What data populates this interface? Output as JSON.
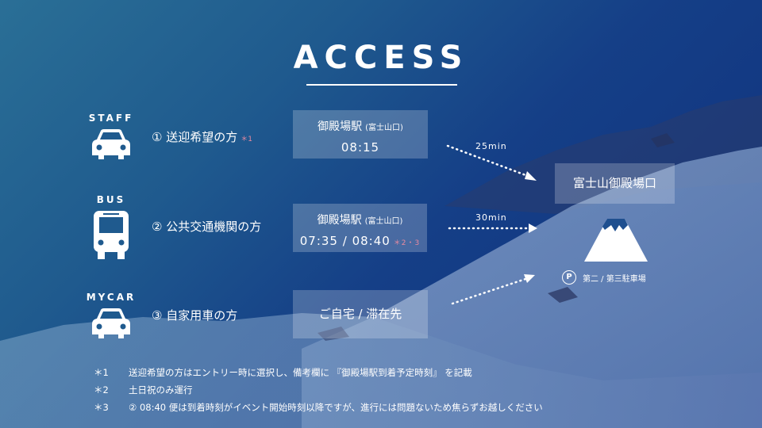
{
  "title": "ACCESS",
  "modes": [
    {
      "label": "STAFF",
      "icon": "car-icon",
      "route": "① 送迎希望の方",
      "note": "＊1"
    },
    {
      "label": "BUS",
      "icon": "bus-icon",
      "route": "② 公共交通機関の方",
      "note": ""
    },
    {
      "label": "MYCAR",
      "icon": "car-icon",
      "route": "③ 自家用車の方",
      "note": ""
    }
  ],
  "origins": [
    {
      "station": "御殿場駅",
      "sub": "(富士山口)",
      "time": "08:15",
      "time_note": ""
    },
    {
      "station": "御殿場駅",
      "sub": "(富士山口)",
      "time": "07:35 / 08:40",
      "time_note": "＊2・3"
    },
    {
      "place": "ご自宅 / 滞在先"
    }
  ],
  "travel_times": [
    "25min",
    "30min"
  ],
  "destination": "富士山御殿場口",
  "destination_icon": "mountain-icon",
  "parking": {
    "symbol": "P",
    "text": "第二 / 第三駐車場"
  },
  "notes": [
    {
      "key": "＊1",
      "text": "送迎希望の方はエントリー時に選択し、備考欄に 『御殿場駅到着予定時刻』 を記載"
    },
    {
      "key": "＊2",
      "text": "土日祝のみ運行"
    },
    {
      "key": "＊3",
      "text": "② 08:40 便は到着時刻がイベント開始時刻以降ですが、進行には問題ないため焦らずお越しください"
    }
  ],
  "colors": {
    "accent_note": "#e98aa0",
    "background_dark": "#0f2f7c",
    "background_light": "#2a6f96"
  }
}
